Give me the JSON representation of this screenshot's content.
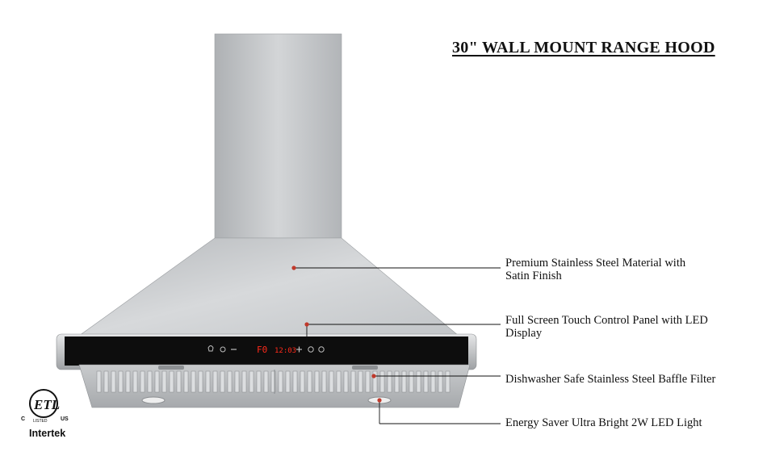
{
  "title": "30\" WALL MOUNT RANGE HOOD",
  "callouts": [
    {
      "line1": "Premium Stainless Steel Material with",
      "line2": "Satin Finish"
    },
    {
      "line1": "Full Screen Touch Control Panel with LED",
      "line2": "Display"
    },
    {
      "line1": "Dishwasher Safe Stainless Steel Baffle Filter",
      "line2": ""
    },
    {
      "line1": "Energy Saver Ultra Bright 2W LED Light",
      "line2": ""
    }
  ],
  "display": {
    "left": "F0",
    "right": "12:03"
  },
  "certification": {
    "mark": "ETL",
    "c": "C",
    "us": "US",
    "listed": "LISTED",
    "brand": "Intertek"
  },
  "colors": {
    "accent": "#c0392b",
    "panel": "#0d0d0d",
    "led": "#ff2a1a"
  }
}
